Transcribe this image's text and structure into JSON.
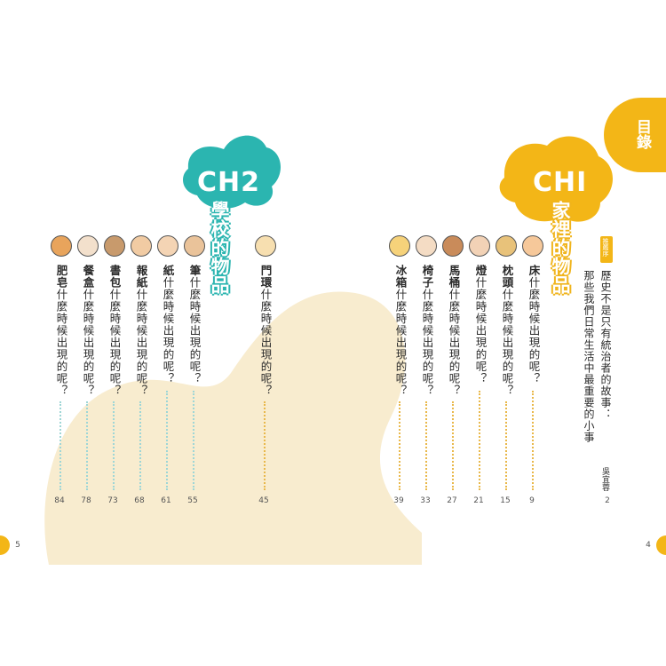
{
  "tab": {
    "label": "目錄"
  },
  "pages": {
    "left": "5",
    "right": "4"
  },
  "ch1": {
    "title": "CHI",
    "subtitle": "家裡的物品",
    "entries": [
      {
        "item": "床",
        "rest": "什麼時候出現的呢？",
        "page": "9"
      },
      {
        "item": "枕頭",
        "rest": "什麼時候出現的呢？",
        "page": "15"
      },
      {
        "item": "燈",
        "rest": "什麼時候出現的呢？",
        "page": "21"
      },
      {
        "item": "馬桶",
        "rest": "什麼時候出現的呢？",
        "page": "27"
      },
      {
        "item": "椅子",
        "rest": "什麼時候出現的呢？",
        "page": "33"
      },
      {
        "item": "冰箱",
        "rest": "什麼時候出現的呢？",
        "page": "39"
      }
    ]
  },
  "ch2": {
    "title": "CH2",
    "subtitle": "學校的物品",
    "entries": [
      {
        "item": "門環",
        "rest": "什麼時候出現的呢？",
        "page": "45"
      },
      {
        "item": "筆",
        "rest": "什麼時候出現的呢？",
        "page": "55"
      },
      {
        "item": "紙",
        "rest": "什麼時候出現的呢？",
        "page": "61"
      },
      {
        "item": "報紙",
        "rest": "什麼時候出現的呢？",
        "page": "68"
      },
      {
        "item": "書包",
        "rest": "什麼時候出現的呢？",
        "page": "73"
      },
      {
        "item": "餐盒",
        "rest": "什麼時候出現的呢？",
        "page": "78"
      },
      {
        "item": "肥皂",
        "rest": "什麼時候出現的呢？",
        "page": "84"
      }
    ]
  },
  "preface": {
    "badge": "推薦序",
    "line1": "歷史不是只有統治者的故事：",
    "line2": "那些我們日常生活中最重要的小事",
    "author": "吳宜蓉",
    "page": "2"
  },
  "colors": {
    "yellow": "#f3b617",
    "teal": "#2bb5b0",
    "cream": "#f8eccf"
  }
}
